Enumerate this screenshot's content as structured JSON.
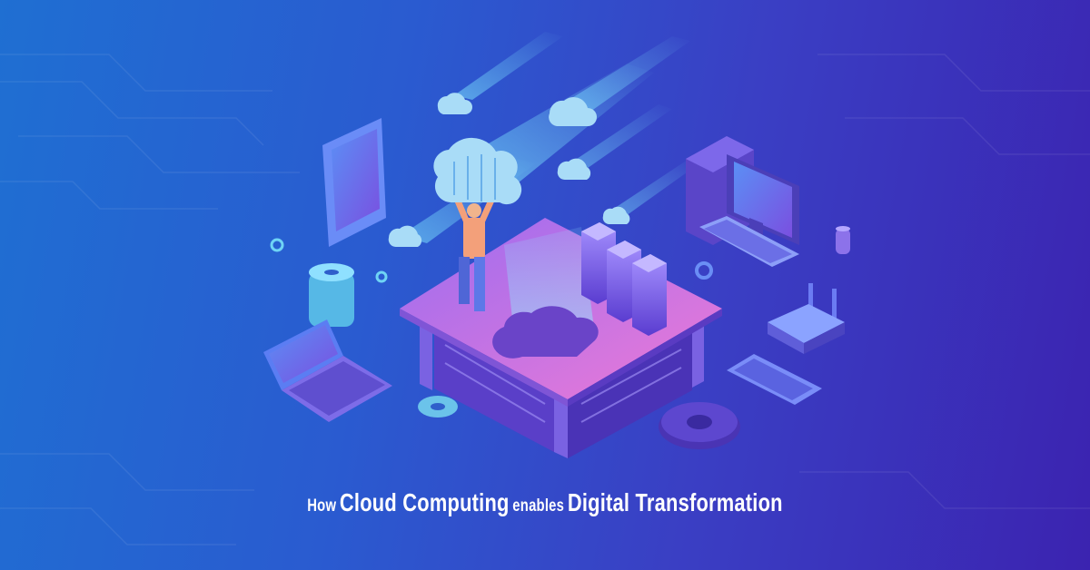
{
  "title": {
    "part1": "How",
    "part2": "Cloud Computing",
    "part3": "enables",
    "part4": "Digital Transformation"
  },
  "colors": {
    "bg_left": "#1f6fd2",
    "bg_right": "#3b23b0",
    "platform_top": "#d06ee0",
    "cloud": "#a9dcf7",
    "server": "#8e7cf0"
  },
  "icons": [
    "tablet-icon",
    "desktop-computer-icon",
    "keyboard-icon",
    "laptop-icon",
    "router-icon",
    "smartphone-icon",
    "gear-icon",
    "cloud-icon",
    "server-rack-icon",
    "person-figure",
    "coin-stack-icon"
  ]
}
